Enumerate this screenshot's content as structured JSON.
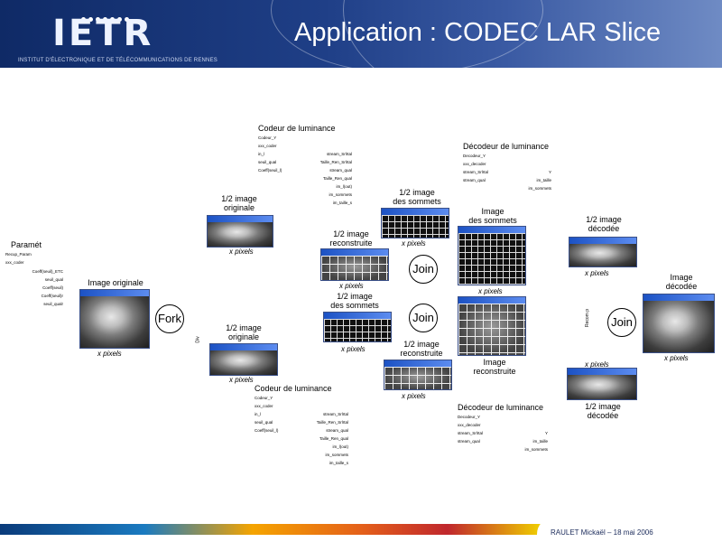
{
  "header": {
    "logo": "IETR",
    "logo_subtitle": "INSTITUT D'ÉLECTRONIQUE ET DE TÉLÉCOMMUNICATIONS DE RENNES",
    "title": "Application : CODEC LAR Slice"
  },
  "param": {
    "title": "Paramét",
    "lines": [
      "Recup_Param",
      "xxx_coder"
    ],
    "ports": [
      "Coeff(seuil)_ETC",
      "seuil_qual",
      "Coeff(seuil)",
      "Coeff(seuil)r",
      "seuil_qualr"
    ]
  },
  "image_originale": {
    "label": "Image originale",
    "caption": "x pixels"
  },
  "fork": {
    "label": "Fork"
  },
  "div_label": "Div",
  "half_orig_top": {
    "label1": "1/2 image",
    "label2": "originale",
    "caption": "x pixels"
  },
  "half_orig_bottom": {
    "label1": "1/2 image",
    "label2": "originale",
    "caption": "x pixels"
  },
  "coder_top": {
    "title": "Codeur de luminance",
    "lines": [
      "Codeur_Y",
      "xxx_coder"
    ],
    "rows": [
      [
        "in_l",
        "stream_Srlrtal"
      ],
      [
        "seuil_qual",
        "Taille_Ren_Srlrtal"
      ],
      [
        "Coeff(seuil_l)",
        "stream_qual"
      ],
      [
        "",
        "Taille_Ren_qual"
      ],
      [
        "",
        "im_l(out)"
      ],
      [
        "",
        "im_sommets"
      ],
      [
        "",
        "im_taille_s"
      ]
    ]
  },
  "coder_bottom": {
    "title": "Codeur de luminance",
    "lines": [
      "Codeur_Y",
      "xxx_coder"
    ],
    "rows": [
      [
        "in_l",
        "stream_Srlrtal"
      ],
      [
        "seuil_qual",
        "Taille_Ren_Srlrtal"
      ],
      [
        "Coeff(seuil_l)",
        "stream_qual"
      ],
      [
        "",
        "Taille_Ren_qual"
      ],
      [
        "",
        "im_l(out)"
      ],
      [
        "",
        "im_sommets"
      ],
      [
        "",
        "im_taille_s"
      ]
    ]
  },
  "half_recon_top": {
    "label1": "1/2 image",
    "label2": "reconstruite",
    "caption": "x pixels"
  },
  "half_vert_top": {
    "label1": "1/2 image",
    "label2": "des sommets",
    "caption": "x pixels"
  },
  "half_vert_bottom": {
    "label1": "1/2 image",
    "label2": "des sommets",
    "caption": "x pixels"
  },
  "half_recon_bottom": {
    "label1": "1/2 image",
    "label2": "reconstruite",
    "caption": "x pixels"
  },
  "join1": {
    "label": "Join"
  },
  "join2": {
    "label": "Join"
  },
  "join3": {
    "label": "Join"
  },
  "image_vertices": {
    "label1": "Image",
    "label2": "des sommets",
    "caption": "x pixels"
  },
  "image_recon": {
    "label1": "Image",
    "label2": "reconstruite"
  },
  "decoder_top": {
    "title": "Décodeur de luminance",
    "lines": [
      "Decodeur_Y",
      "xxx_decoder"
    ],
    "rows": [
      [
        "stream_Srlrtal",
        "Y"
      ],
      [
        "stream_qual",
        "im_taille"
      ],
      [
        "",
        "im_sommets"
      ]
    ]
  },
  "decoder_bottom": {
    "title": "Décodeur de luminance",
    "lines": [
      "Decodeur_Y",
      "xxx_decoder"
    ],
    "rows": [
      [
        "stream_Srlrtal",
        "Y"
      ],
      [
        "stream_qual",
        "im_taille"
      ],
      [
        "",
        "im_sommets"
      ]
    ]
  },
  "recomp_label": "Recom p",
  "half_dec_top": {
    "label1": "1/2 image",
    "label2": "décodée",
    "caption": "x pixels"
  },
  "half_dec_bottom": {
    "label1": "1/2 image",
    "label2": "décodée",
    "caption": "x pixels"
  },
  "image_decoded": {
    "label1": "Image",
    "label2": "décodée",
    "caption": "x pixels"
  },
  "footer": {
    "author": "RAULET Mickaël – 18 mai 2006"
  }
}
